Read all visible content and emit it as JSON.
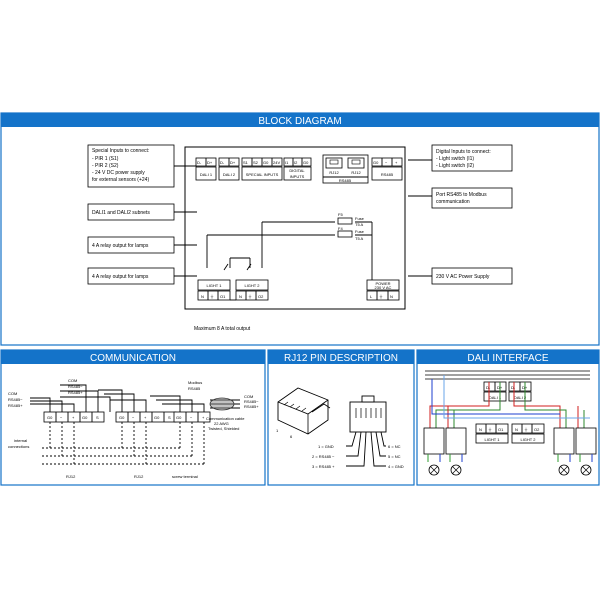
{
  "sections": {
    "block": "BLOCK DIAGRAM",
    "comm": "COMMUNICATION",
    "rj12": "RJ12 PIN DESCRIPTION",
    "dali": "DALI INTERFACE"
  },
  "block": {
    "callouts": {
      "special_title": "Special Inputs to connect:",
      "special_1": "- PIR 1 (S1)",
      "special_2": "- PIR 2 (S2)",
      "special_3": "- 24 V DC power supply",
      "special_4": "for external sensors (+24)",
      "dali_subnets": "DALI1 and DALI2 subnets",
      "relay_1": "4 A relay output for lamps",
      "relay_2": "4 A relay output for lamps",
      "digital_title": "Digital Inputs to connect:",
      "digital_1": "- Light switch (I1)",
      "digital_2": "- Light switch (I2)",
      "rs485_port_1": "Port RS485 to Modbus",
      "rs485_port_2": "communication",
      "power": "230 V AC Power Supply"
    },
    "blocks": {
      "dali1": "DALI 1",
      "dali2": "DALI 2",
      "special": "SPECIAL INPUTS",
      "digital_1": "DIGITAL",
      "digital_2": "INPUTS",
      "rs485": "RS485",
      "rj12_a": "RJ12",
      "rj12_b": "RJ12",
      "rs485_bottom": "RS485",
      "light1": "LIGHT 1",
      "light2": "LIGHT 2",
      "power_1": "POWER",
      "power_2": "230 V AC"
    },
    "terminals": {
      "dali_neg": "D-",
      "dali_pos": "D+",
      "s1": "S1",
      "s2": "S2",
      "g0": "G0",
      "p24": "24V",
      "i1": "I1",
      "i2": "I2",
      "minus": "−",
      "plus": "+",
      "n": "N",
      "gnd": "⏚",
      "o1": "O1",
      "o2": "O2",
      "l": "L"
    },
    "fuses": {
      "f5": "F5",
      "f5_t": "Fuse",
      "f5_r": "T5 A",
      "f4": "F4",
      "f4_t": "Fuse",
      "f4_r": "T5 A"
    },
    "max_output": "Maximum 8 A total output"
  },
  "comm": {
    "com": "COM",
    "rs485m": "RS485−",
    "rs485p": "RS485+",
    "internal_1": "internal",
    "internal_2": "connections",
    "rj12_left": "RJ12",
    "rj12_mid": "RJ12",
    "screw": "screw terminal",
    "modbus_1": "Modbus",
    "modbus_2": "RS485",
    "cable_1": "Communication cable",
    "cable_2": "22 AWG",
    "cable_3": "Twisted, Shielded",
    "term_g0": "G0",
    "term_minus": "−",
    "term_plus": "+",
    "term_s": "S"
  },
  "rj12": {
    "pin1_label": "1",
    "pin6_label": "6",
    "p1": "1 = GND",
    "p2": "2 = RS485 −",
    "p3": "3 = RS485 +",
    "p4": "4 = GND",
    "p5": "5 = NC",
    "p6": "6 = NC"
  },
  "dali": {
    "dali1": "DALI 1",
    "dali2": "DALI 2",
    "light1": "LIGHT 1",
    "light2": "LIGHT 2",
    "d_neg": "D-",
    "d_pos": "D+",
    "n": "N",
    "gnd": "⏚",
    "o1": "O1",
    "o2": "O2"
  },
  "colors": {
    "header": "#1473c9",
    "dali_neg_wire": "#d21f1f",
    "dali_pos_wire": "#2c8a2c",
    "light_wire": "#1e3fcf",
    "neutral_wire": "#6aa5e8",
    "earth_wire": "#2f9e2f"
  }
}
